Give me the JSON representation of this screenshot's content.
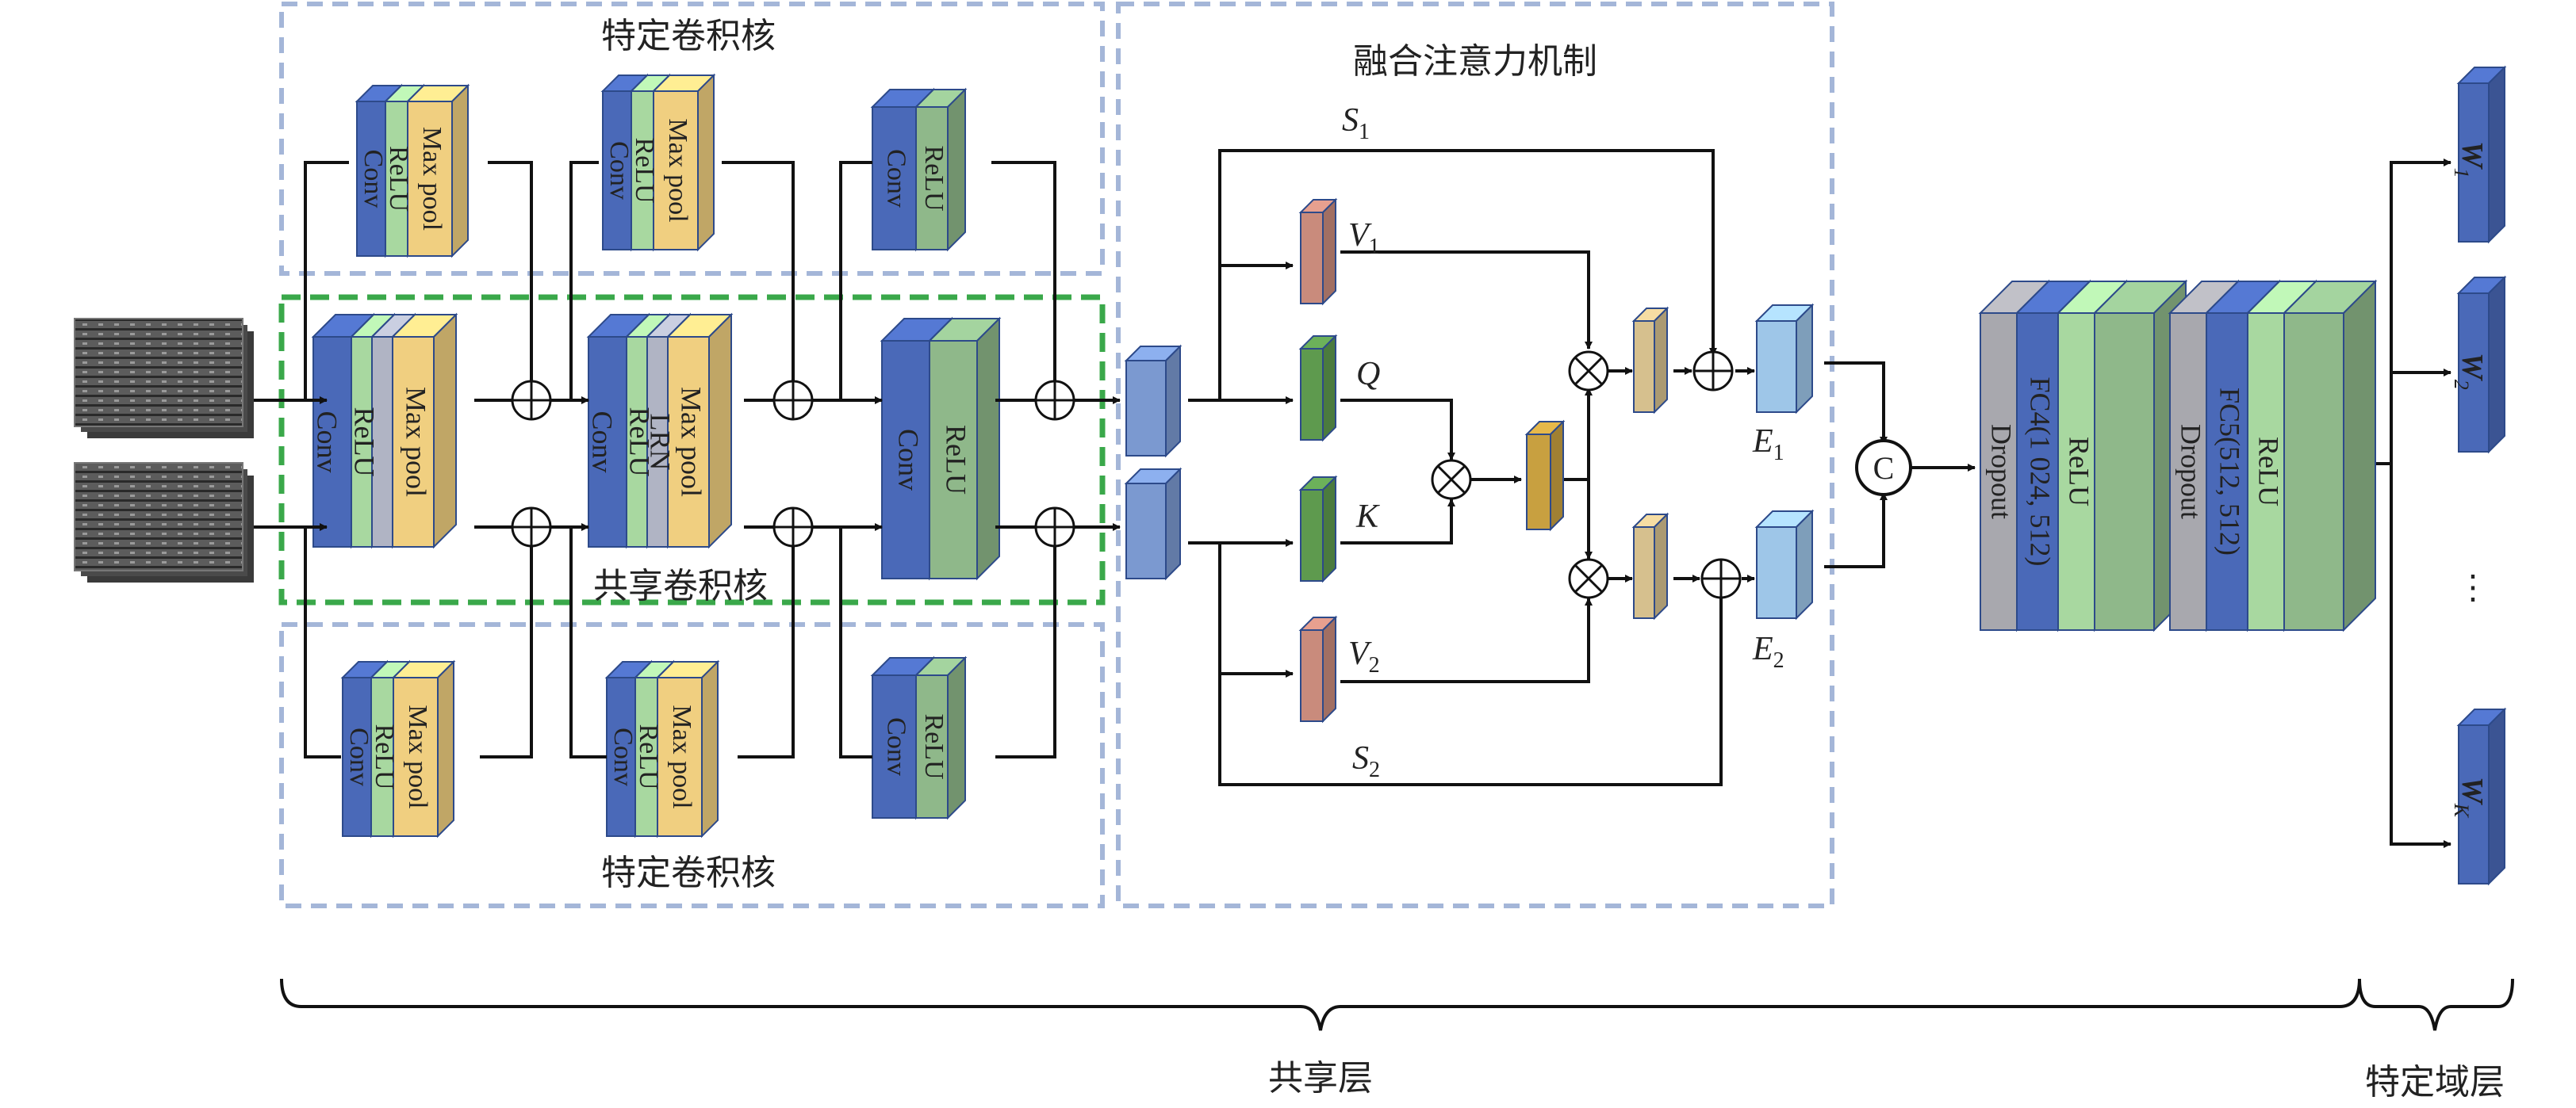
{
  "regions": {
    "specific_top": "特定卷积核",
    "specific_bottom": "特定卷积核",
    "shared_kernel": "共享卷积核",
    "attention": "融合注意力机制"
  },
  "bottom_labels": {
    "shared_layer": "共享层",
    "specific_domain_layer": "特定域层"
  },
  "layer_text": {
    "conv": "Conv",
    "relu": "ReLU",
    "maxpool": "Max pool",
    "lrn": "LRN",
    "dropout": "Dropout",
    "fc4": "FC4(1 024, 512)",
    "fc5": "FC5(512, 512)"
  },
  "attention_labels": {
    "s1": "S",
    "s1_sub": "1",
    "s2": "S",
    "s2_sub": "2",
    "v1": "V",
    "v1_sub": "1",
    "v2": "V",
    "v2_sub": "2",
    "q": "Q",
    "k": "K",
    "e1": "E",
    "e1_sub": "1",
    "e2": "E",
    "e2_sub": "2",
    "concat": "C"
  },
  "outputs": {
    "w1": "W",
    "w1_sub": "1",
    "w2": "W",
    "w2_sub": "2",
    "dots": "⋮",
    "wk": "W",
    "wk_sub": "K"
  },
  "colors": {
    "conv": "#4a69b8",
    "relu": "#a8d8a0",
    "maxpool": "#f0cf80",
    "lrn": "#b0b4c4",
    "dropout": "#a8a8ae",
    "relu_big": "#8fb88a",
    "region_blue": "#a4b6d8",
    "region_green": "#3aa84a"
  },
  "icons": {
    "add": "circled-plus-icon",
    "multiply": "circled-times-icon",
    "concat": "circled-c-icon",
    "arrow": "arrowhead-icon"
  }
}
